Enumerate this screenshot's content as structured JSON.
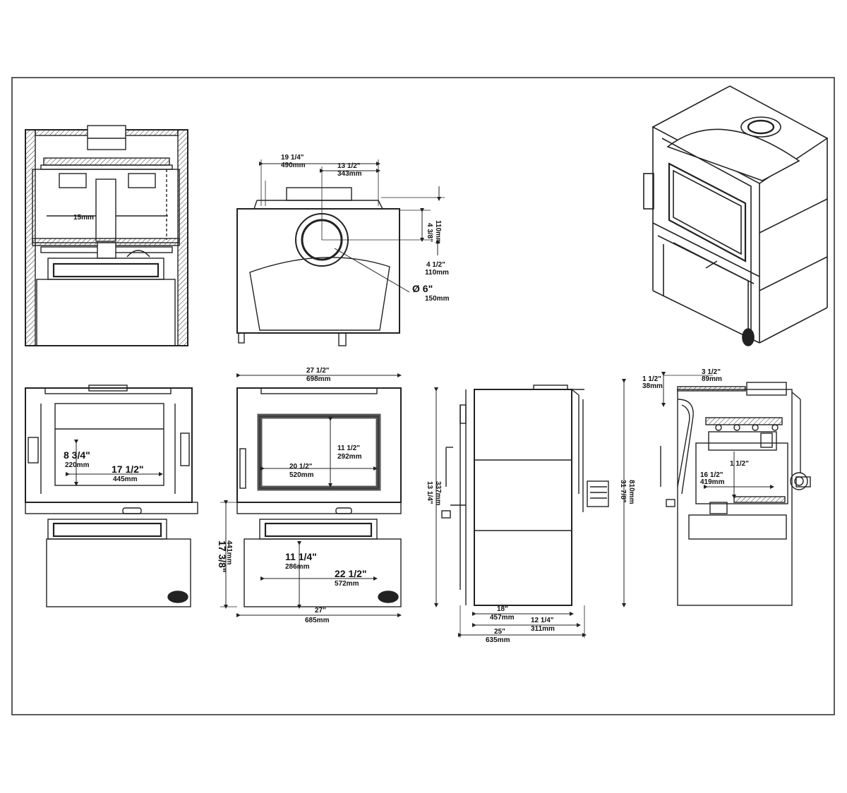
{
  "views": {
    "top": {
      "depth_mm": "15mm",
      "width_in": "19 1/4\"",
      "width_mm": "490mm",
      "center_in": "13 1/2\"",
      "center_mm": "343mm",
      "side_in": "4 3/8\"",
      "side_mm": "110mm",
      "setback_in": "4 1/2\"",
      "setback_mm": "110mm",
      "flue_in": "Ø 6\"",
      "flue_mm": "150mm"
    },
    "rear": {
      "height_in": "8 3/4\"",
      "height_mm": "220mm",
      "width_in": "17 1/2\"",
      "width_mm": "445mm"
    },
    "front": {
      "top_width_in": "27 1/2\"",
      "top_width_mm": "698mm",
      "glass_h_in": "11 1/2\"",
      "glass_h_mm": "292mm",
      "glass_w_in": "20 1/2\"",
      "glass_w_mm": "520mm",
      "left_h_in": "17 3/8\"",
      "left_h_mm": "441mm",
      "pedestal_h_in": "11 1/4\"",
      "pedestal_h_mm": "286mm",
      "pedestal_w_in": "22 1/2\"",
      "pedestal_w_mm": "572mm",
      "bottom_w_in": "27\"",
      "bottom_w_mm": "685mm"
    },
    "side": {
      "height_in": "13 1/4\"",
      "height_mm": "337mm",
      "total_h_in": "31 7/8\"",
      "total_h_mm": "810mm",
      "base_in": "18\"",
      "base_mm": "457mm",
      "offset_in": "12 1/4\"",
      "offset_mm": "311mm",
      "depth_in": "25\"",
      "depth_mm": "635mm"
    },
    "section": {
      "top_in": "3 1/2\"",
      "top_mm": "89mm",
      "mark_in": "1 1/2\"",
      "mark_mm": "38mm",
      "inner_in": "16 1/2\"",
      "inner_mm": "419mm",
      "rise_in": "1 1/2\""
    }
  }
}
